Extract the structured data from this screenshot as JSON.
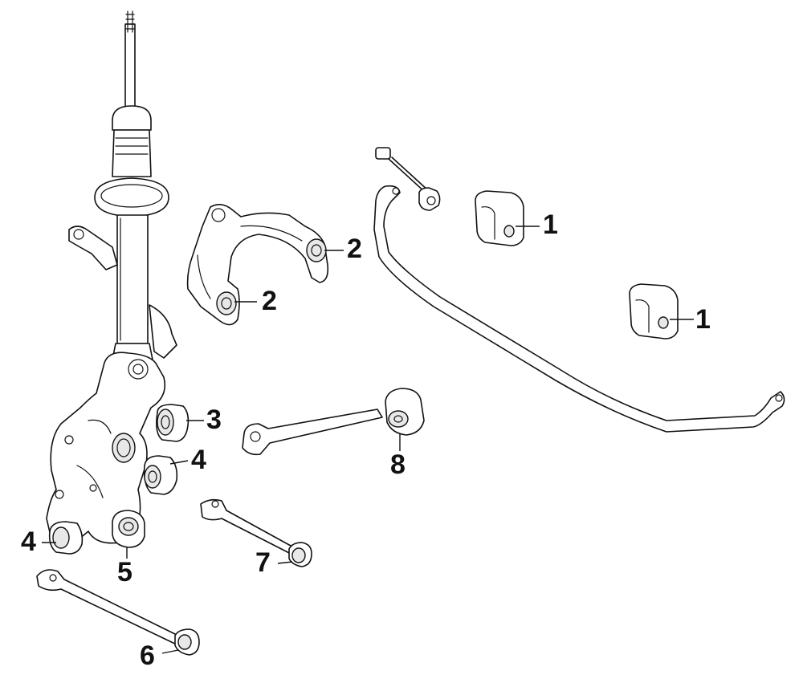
{
  "callouts": {
    "c1a": "1",
    "c1b": "1",
    "c2a": "2",
    "c2b": "2",
    "c3": "3",
    "c4a": "4",
    "c4b": "4",
    "c5": "5",
    "c6": "6",
    "c7": "7",
    "c8": "8"
  }
}
